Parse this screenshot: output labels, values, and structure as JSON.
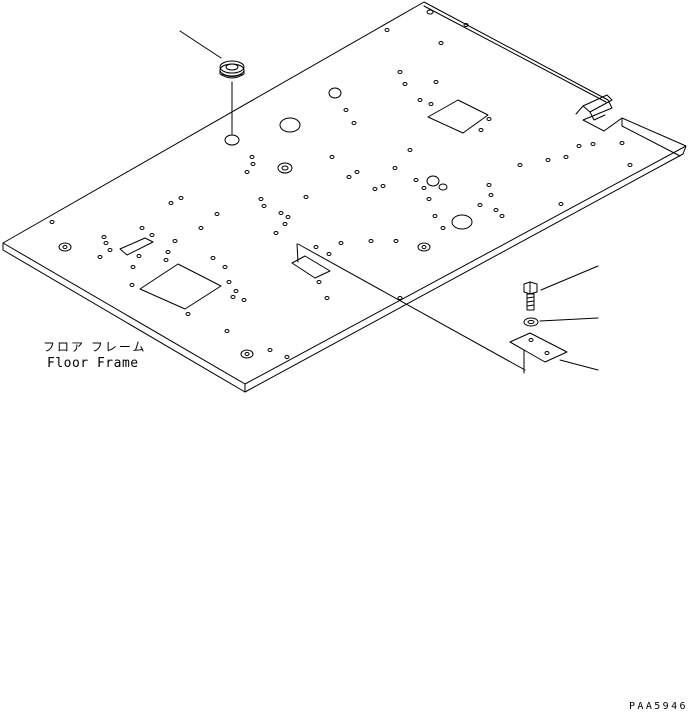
{
  "labels": {
    "part_name_jp": "フロア フレーム",
    "part_name_en": "Floor Frame",
    "drawing_code": "PAA5946"
  }
}
